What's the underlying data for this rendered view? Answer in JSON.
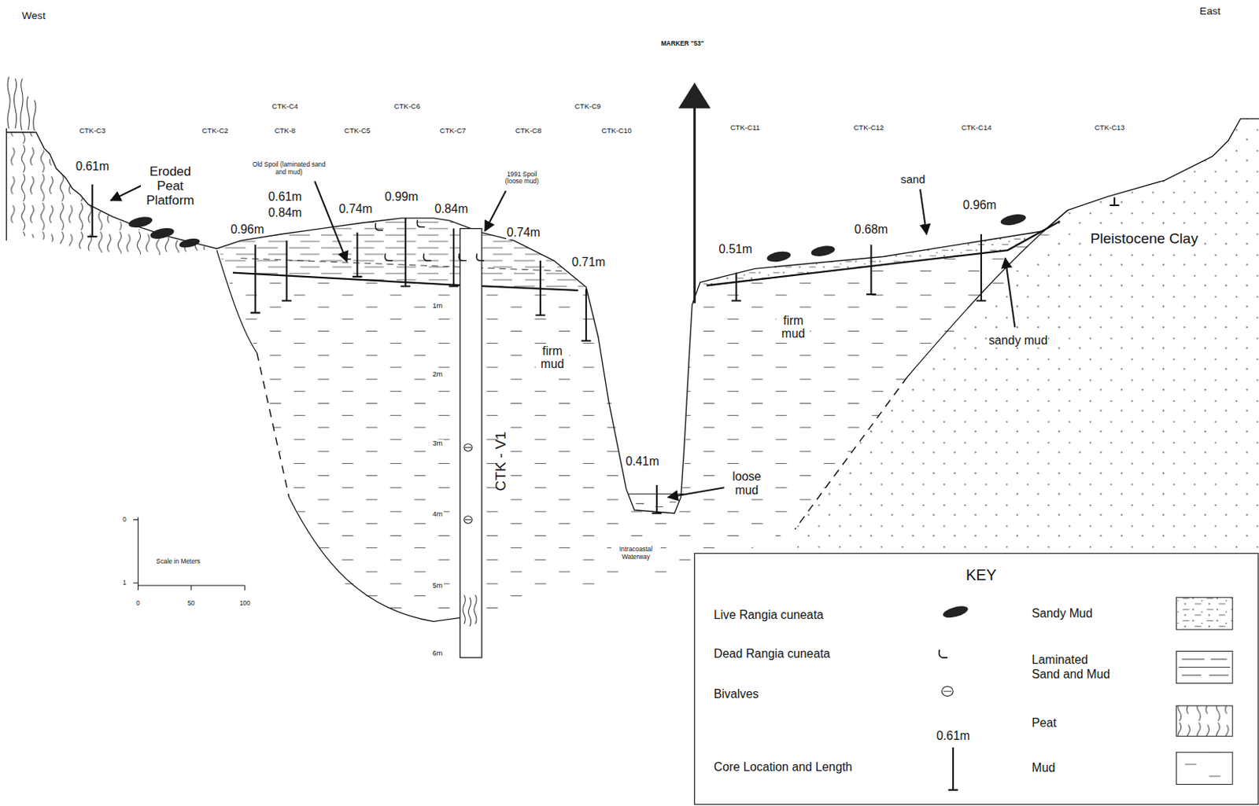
{
  "diagram": {
    "labels": [
      "West",
      "East",
      "MARKER \"53\"",
      "CTK-C3",
      "CTK-C2",
      "CTK-C4",
      "CTK-8",
      "CTK-C5",
      "CTK-C6",
      "CTK-C7",
      "CTK-C8",
      "CTK-C9",
      "CTK-C10",
      "CTK-C11",
      "CTK-C12",
      "CTK-C14",
      "CTK-C13",
      "0.61m",
      "Eroded Peat Platform",
      "Old Spoil (laminated sand and mud)",
      "1991 Spoil (loose mud)",
      "0.61m",
      "0.84m",
      "0.96m",
      "0.74m",
      "0.99m",
      "0.84m",
      "0.74m",
      "0.71m",
      "0.51m",
      "0.68m",
      "sand",
      "0.96m",
      "Pleistocene Clay",
      "sandy mud",
      "firm mud",
      "firm mud",
      "0.41m",
      "loose mud",
      "Intracoastal Waterway",
      "CTK - V1",
      "1m",
      "2m",
      "3m",
      "4m",
      "5m",
      "6m",
      "0",
      "1",
      "Scale in Meters",
      "0",
      "50",
      "100",
      "KEY",
      "0.61m"
    ],
    "legend": [
      {
        "text": "Live Rangia cuneata"
      },
      {
        "text": "Dead Rangia cuneata"
      },
      {
        "text": "Bivalves"
      },
      {
        "text": "Core Location and Length"
      },
      {
        "text": "Sandy Mud"
      },
      {
        "text": "Laminated Sand and Mud"
      },
      {
        "text": "Peat"
      },
      {
        "text": "Mud"
      }
    ]
  }
}
